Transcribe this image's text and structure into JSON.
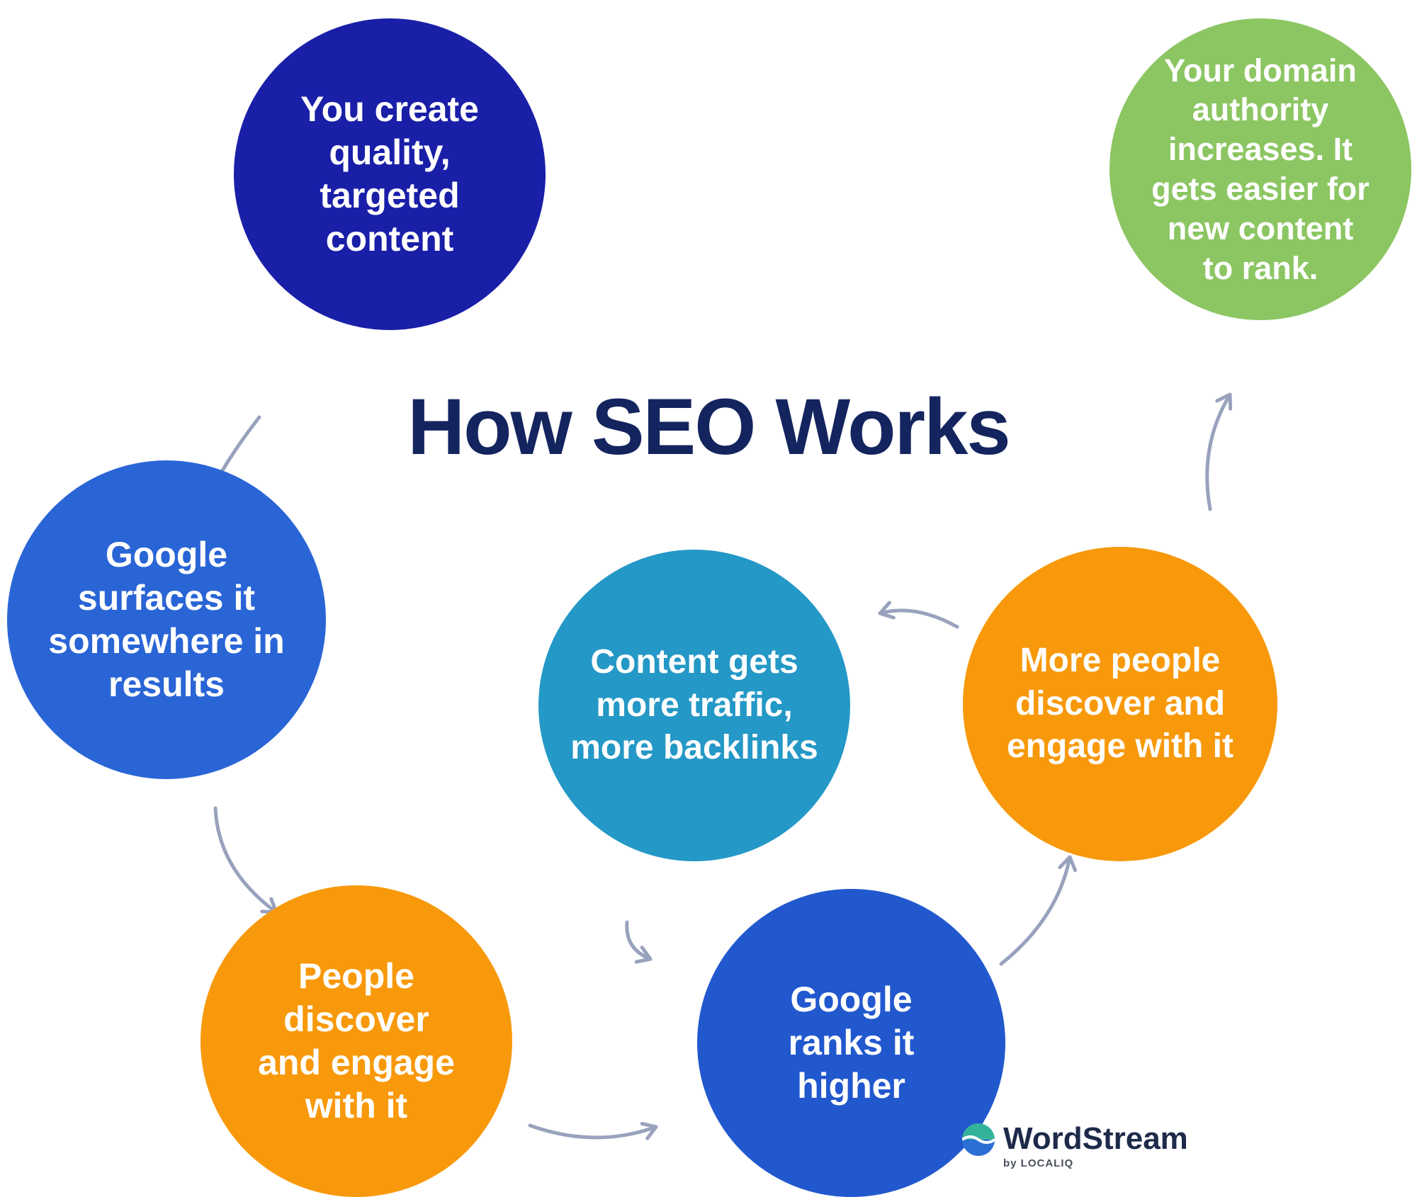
{
  "title": "How SEO Works",
  "nodes": [
    {
      "id": "create-content",
      "label": "You create\nquality,\ntargeted\ncontent",
      "color": "#1A1FA8"
    },
    {
      "id": "google-surfaces",
      "label": "Google\nsurfaces it\nsomewhere in\nresults",
      "color": "#2A65D6"
    },
    {
      "id": "people-discover",
      "label": "People\ndiscover\nand engage\nwith it",
      "color": "#F8990B"
    },
    {
      "id": "google-ranks",
      "label": "Google\nranks it\nhigher",
      "color": "#2158CE"
    },
    {
      "id": "content-traffic",
      "label": "Content gets\nmore traffic,\nmore backlinks",
      "color": "#2498C6"
    },
    {
      "id": "more-people",
      "label": "More people\ndiscover and\nengage with it",
      "color": "#F8990B"
    },
    {
      "id": "domain-authority",
      "label": "Your domain\nauthority\nincreases. It\ngets easier for\nnew content\nto rank.",
      "color": "#8CC663"
    }
  ],
  "logo": {
    "brand": "WordStream",
    "byline": "by LOCALIQ"
  },
  "colors": {
    "background": "#FFFFFF",
    "title": "#14245E",
    "arrow": "#98A2BD"
  }
}
